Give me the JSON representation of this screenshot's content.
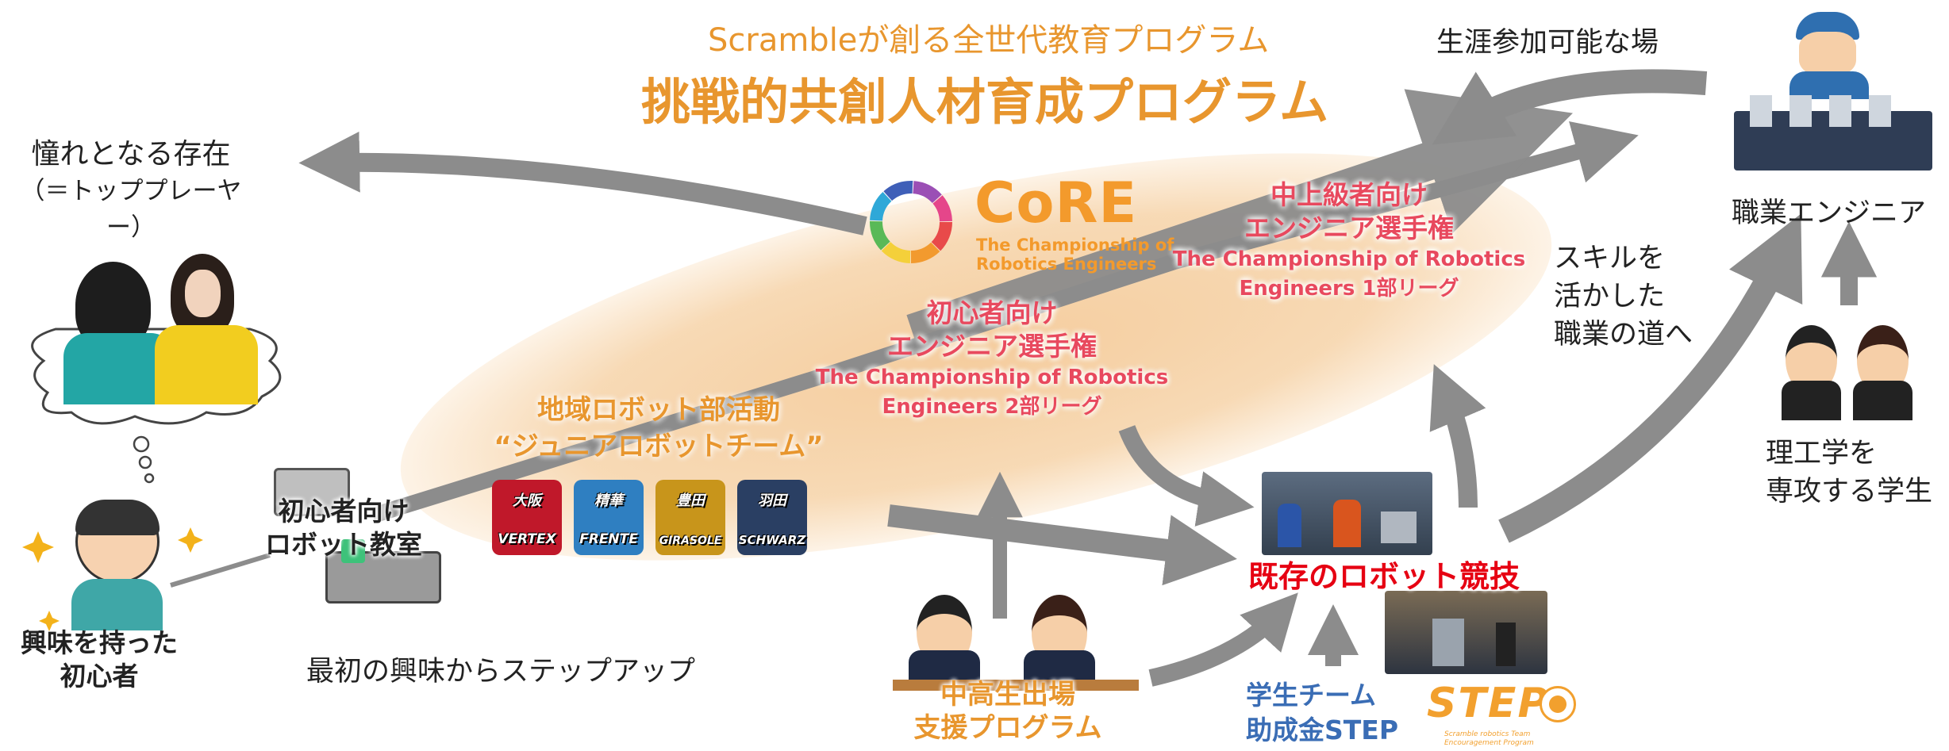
{
  "header": {
    "subtitle": "Scrambleが創る全世代教育プログラム",
    "title": "挑戦的共創人材育成プログラム"
  },
  "core_logo": {
    "name": "CoRE",
    "tagline_line1": "The Championship of",
    "tagline_line2": "Robotics Engineers"
  },
  "nodes": {
    "admired": {
      "line1": "憧れとなる存在",
      "line2": "（＝トッププレーヤー）"
    },
    "beginner": {
      "line1": "興味を持った",
      "line2": "初心者"
    },
    "robot_class": {
      "line1": "初心者向け",
      "line2": "ロボット教室"
    },
    "step_up": "最初の興味からステップアップ",
    "junior_team": {
      "line1": "地域ロボット部活動",
      "line2": "“ジュニアロボットチーム”"
    },
    "division2": {
      "line1": "初心者向け",
      "line2": "エンジニア選手権",
      "line3": "The Championship of Robotics",
      "line4": "Engineers 2部リーグ"
    },
    "division1": {
      "line1": "中上級者向け",
      "line2": "エンジニア選手権",
      "line3": "The Championship of Robotics",
      "line4": "Engineers 1部リーグ"
    },
    "lifelong": "生涯参加可能な場",
    "engineer": "職業エンジニア",
    "skill_path": {
      "line1": "スキルを",
      "line2": "活かした",
      "line3": "職業の道へ"
    },
    "students": {
      "line1": "理工学を",
      "line2": "専攻する学生"
    },
    "existing": "既存のロボット競技",
    "support": {
      "line1": "中高生出場",
      "line2": "支援プログラム"
    },
    "grant": {
      "line1": "学生チーム",
      "line2": "助成金STEP"
    },
    "step_logo": {
      "name": "STEP",
      "sub1": "Scramble robotics Team",
      "sub2": "Encouragement Program"
    }
  },
  "team_logos": [
    {
      "kanji": "大阪",
      "name": "VERTEX",
      "color": "#c0182a"
    },
    {
      "kanji": "精華",
      "name": "FRENTE",
      "color": "#2f7fc1"
    },
    {
      "kanji": "豊田",
      "name": "GIRASOLE",
      "color": "#c8951b"
    },
    {
      "kanji": "羽田",
      "name": "SCHWARZ",
      "color": "#2a3f63"
    }
  ],
  "colors": {
    "accent_orange": "#e8962e",
    "accent_pink": "#e8495e",
    "accent_red": "#e60012",
    "accent_blue": "#3a6db5",
    "arrow_gray": "#8c8c8c",
    "ellipse_peach": "#f6d3a8"
  }
}
